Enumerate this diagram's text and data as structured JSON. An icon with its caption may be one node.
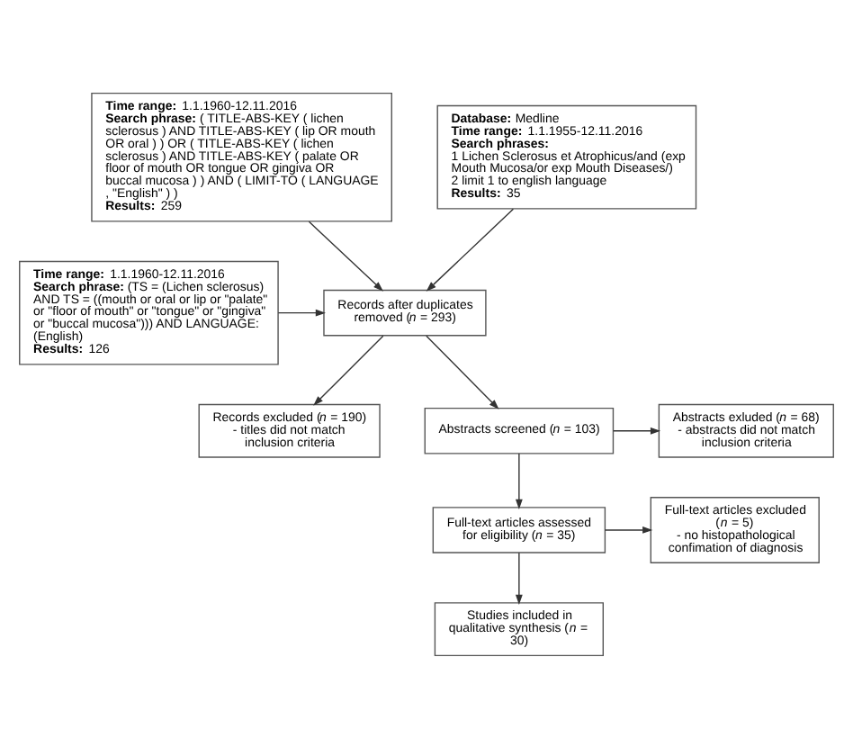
{
  "diagram": {
    "nodes": [
      {
        "text": [
          "**Time range:** 1.1.1960-12.11.2016",
          "**Search phrase:** ( TITLE-ABS-KEY ( lichen sclerosus ) AND TITLE-ABS-KEY ( lip OR mouth OR oral ) ) OR ( TITLE-ABS-KEY ( lichen sclerosus ) AND TITLE-ABS-KEY ( palate OR floor of mouth OR tongue OR gingiva OR buccal mucosa ) ) AND ( LIMIT-TO ( LANGUAGE , \"English\" ) )",
          "**Results:** 259"
        ]
      },
      {
        "text": [
          "**Database:** Medline",
          "**Time range:** 1.1.1955-12.11.2016",
          "**Search phrases:**",
          "1 Lichen Sclerosus et Atrophicus/and (exp Mouth Mucosa/or exp Mouth Diseases/)",
          "2 limit 1 to english language",
          "**Results:** 35"
        ]
      },
      {
        "text": [
          "**Time range:** 1.1.1960-12.11.2016",
          "**Search phrase:** (TS = (Lichen sclerosus) AND TS = ((mouth or oral or lip or \"palate\" or \"floor of mouth\" or \"tongue\" or \"gingiva\" or \"buccal mucosa\"))) AND LANGUAGE: (English)",
          "**Results:** 126"
        ]
      },
      {
        "text": [
          "Records after duplicates removed (*n* = 293)"
        ]
      },
      {
        "text": [
          "Records excluded (*n* = 190)",
          "- titles did not match inclusion criteria"
        ]
      },
      {
        "text": [
          "Abstracts screened (*n* = 103)"
        ]
      },
      {
        "text": [
          "Abstracts exluded (*n* = 68)",
          "- abstracts did not match inclusion criteria"
        ]
      },
      {
        "text": [
          "Full-text articles assessed for eligibility (*n* = 35)"
        ]
      },
      {
        "text": [
          "Full-text articles excluded (*n* = 5)",
          "- no histopathological confimation of diagnosis"
        ]
      },
      {
        "text": [
          "Studies included in qualitative synthesis (*n* = 30)"
        ]
      }
    ],
    "edges": [
      {
        "from": 0,
        "to": 3,
        "arrow": "to"
      },
      {
        "from": 1,
        "to": 3,
        "arrow": "to"
      },
      {
        "from": 2,
        "to": 3,
        "arrow": "to"
      },
      {
        "from": 3,
        "to": 4,
        "arrow": "to"
      },
      {
        "from": 3,
        "to": 5,
        "arrow": "to"
      },
      {
        "from": 5,
        "to": 6,
        "arrow": "to"
      },
      {
        "from": 5,
        "to": 7,
        "arrow": "to"
      },
      {
        "from": 7,
        "to": 8,
        "arrow": "to"
      },
      {
        "from": 7,
        "to": 9,
        "arrow": "to"
      }
    ]
  }
}
